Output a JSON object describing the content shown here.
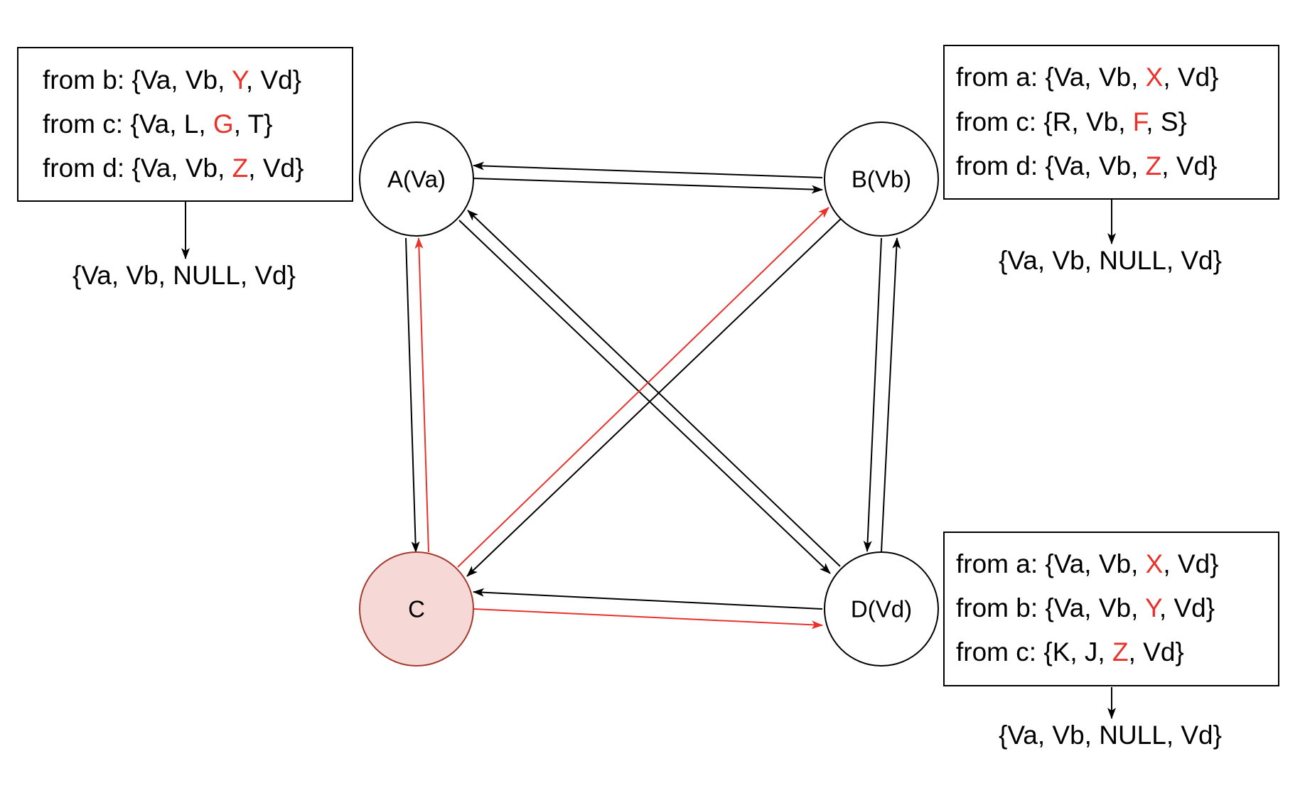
{
  "colors": {
    "edge": "#000000",
    "highlight_edge": "#e8322b",
    "highlight_text": "#e8322b",
    "node_fill": "#ffffff",
    "highlight_node_fill": "#f6d8d7",
    "highlight_node_stroke": "#a33a2c"
  },
  "nodes": {
    "a": {
      "label": "A(Va)"
    },
    "b": {
      "label": "B(Vb)"
    },
    "c": {
      "label": "C"
    },
    "d": {
      "label": "D(Vd)"
    }
  },
  "boxes": {
    "a": {
      "lines": [
        {
          "prefix": "from b: {Va, Vb, ",
          "mark": "Y",
          "suffix": ", Vd}"
        },
        {
          "prefix": "from c: {Va, L, ",
          "mark": "G",
          "suffix": ", T}"
        },
        {
          "prefix": "from d: {Va, Vb, ",
          "mark": "Z",
          "suffix": ", Vd}"
        }
      ],
      "result": "{Va, Vb, NULL, Vd}"
    },
    "b": {
      "lines": [
        {
          "prefix": "from a: {Va, Vb, ",
          "mark": "X",
          "suffix": ", Vd}"
        },
        {
          "prefix": "from c: {R, Vb, ",
          "mark": "F",
          "suffix": ", S}"
        },
        {
          "prefix": "from d: {Va, Vb, ",
          "mark": "Z",
          "suffix": ", Vd}"
        }
      ],
      "result": "{Va, Vb, NULL, Vd}"
    },
    "d": {
      "lines": [
        {
          "prefix": "from a: {Va, Vb, ",
          "mark": "X",
          "suffix": ", Vd}"
        },
        {
          "prefix": "from b: {Va, Vb, ",
          "mark": "Y",
          "suffix": ", Vd}"
        },
        {
          "prefix": "from c: {K, J, ",
          "mark": "Z",
          "suffix": ", Vd}"
        }
      ],
      "result": "{Va, Vb, NULL, Vd}"
    }
  }
}
